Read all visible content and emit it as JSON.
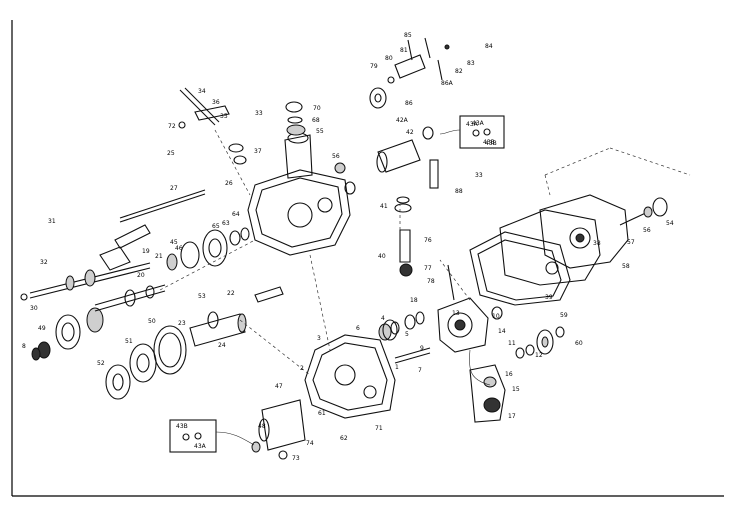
{
  "callouts": {
    "c1": "70",
    "c2": "68",
    "c3": "55",
    "c4": "56",
    "c5": "34",
    "c6": "36",
    "c7": "72",
    "c8": "35",
    "c9": "33",
    "c10": "37",
    "c11": "25",
    "c12": "27",
    "c13": "26",
    "c14": "31",
    "c15": "32",
    "c16": "30",
    "c17": "45",
    "c18": "46",
    "c19": "8",
    "c20": "49",
    "c21": "50",
    "c22": "51",
    "c23": "52",
    "c24": "53",
    "c25": "22",
    "c26": "24",
    "c27": "23",
    "c28": "21",
    "c29": "19",
    "c30": "20",
    "c31": "65",
    "c32": "64",
    "c33": "63",
    "c34": "85",
    "c35": "81",
    "c36": "80",
    "c37": "79",
    "c38": "84",
    "c39": "82",
    "c40": "83",
    "c41": "86A",
    "c42": "86",
    "c43": "42A",
    "c44": "42",
    "c45": "43A",
    "c46": "43B",
    "c47": "88",
    "c48": "33",
    "c49": "41",
    "c50": "40",
    "c51": "76",
    "c52": "77",
    "c53": "78",
    "c54": "38",
    "c55": "39",
    "c56": "54",
    "c57": "56",
    "c58": "57",
    "c59": "58",
    "c60": "59",
    "c61": "60",
    "c62": "16",
    "c63": "15",
    "c64": "14",
    "c65": "13",
    "c66": "12",
    "c67": "11",
    "c68": "10",
    "c69": "9",
    "c70": "7",
    "c71": "6",
    "c72": "5",
    "c73": "4",
    "c74": "3",
    "c75": "2",
    "c76": "1",
    "c77": "17",
    "c78": "18",
    "c79": "47",
    "c80": "48",
    "c81": "73",
    "c82": "74",
    "c83": "71",
    "c84": "62",
    "c85": "61"
  },
  "legend_top": {
    "a": "43A",
    "b": "43B"
  },
  "legend_bottom": {
    "a": "43B",
    "b": "43A"
  }
}
